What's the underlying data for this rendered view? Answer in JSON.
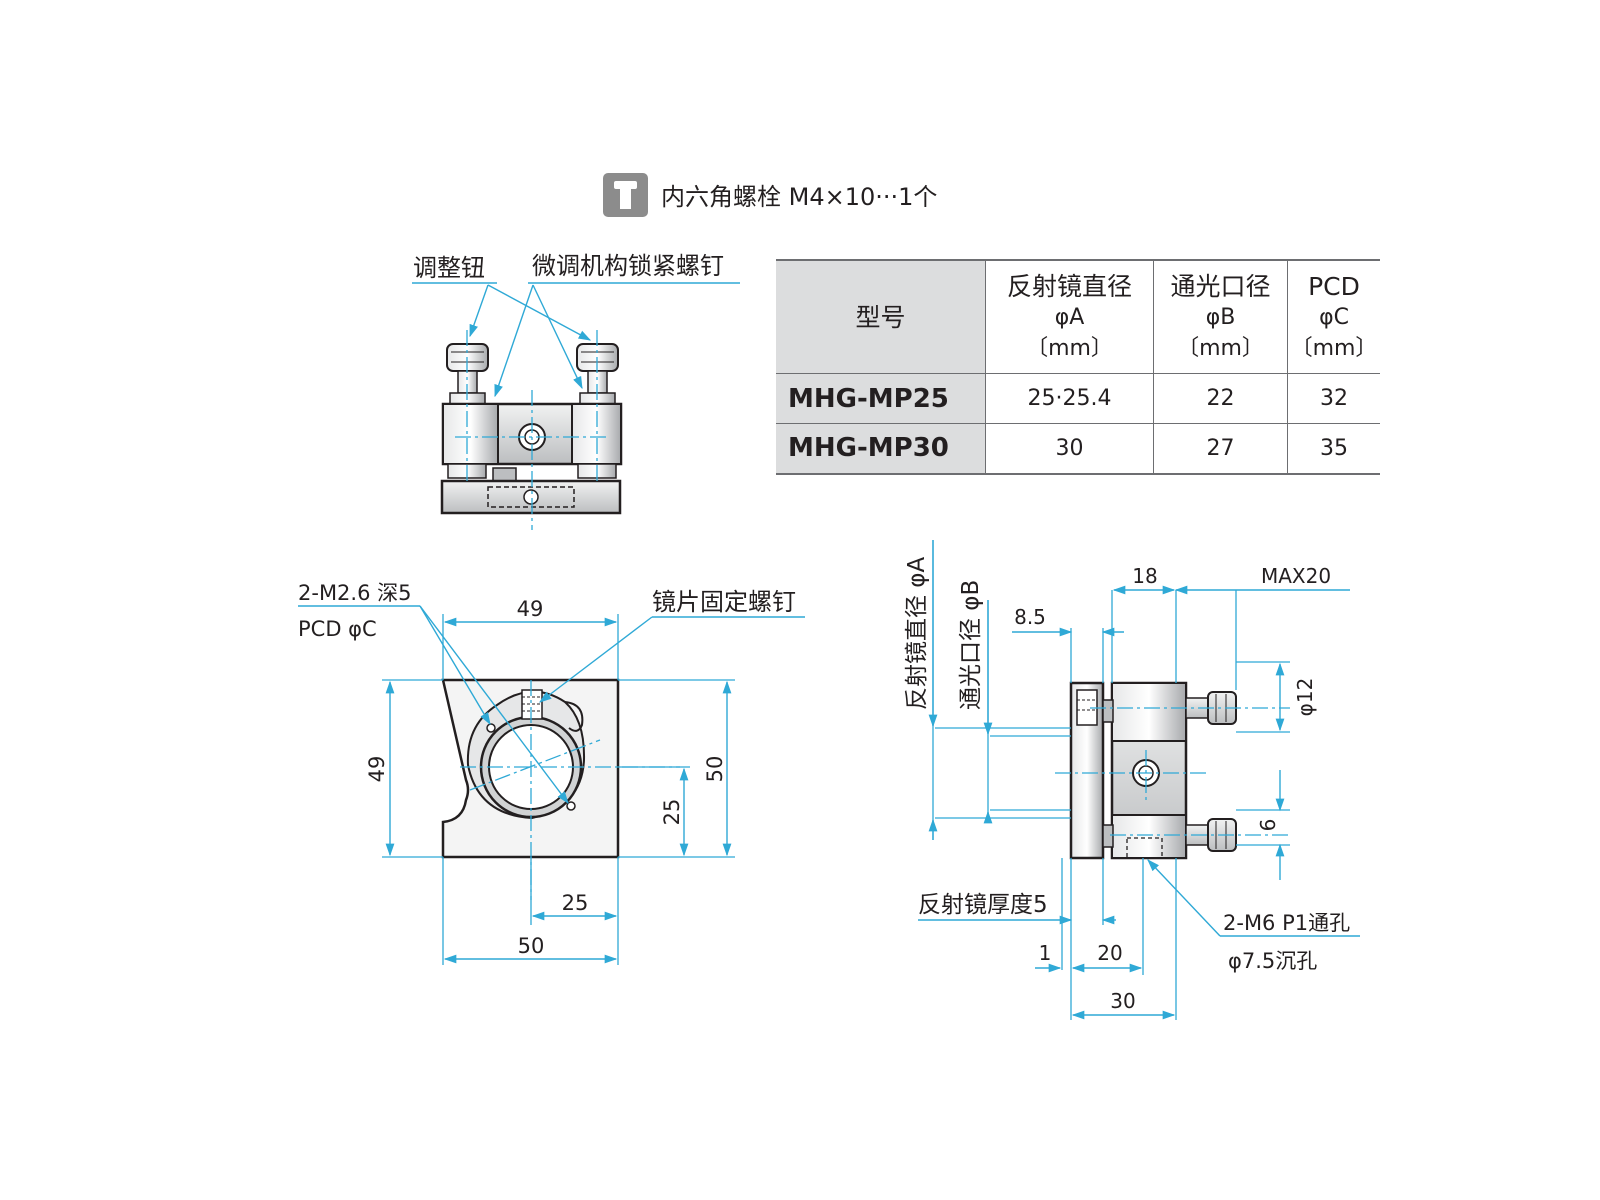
{
  "header": {
    "bolt_icon": "hex-bolt-icon",
    "accessory_text": "内六角螺栓 M4×10···1个"
  },
  "table": {
    "headers": [
      {
        "line1": "型号",
        "line2": "",
        "line3": ""
      },
      {
        "line1": "反射镜直径",
        "line2": "φA",
        "line3": "〔mm〕"
      },
      {
        "line1": "通光口径",
        "line2": "φB",
        "line3": "〔mm〕"
      },
      {
        "line1": "PCD",
        "line2": "φC",
        "line3": "〔mm〕"
      }
    ],
    "rows": [
      {
        "model": "MHG-MP25",
        "a": "25·25.4",
        "b": "22",
        "c": "32"
      },
      {
        "model": "MHG-MP30",
        "a": "30",
        "b": "27",
        "c": "35"
      }
    ]
  },
  "top_view": {
    "label_knob": "调整钮",
    "label_lock_screw": "微调机构锁紧螺钉"
  },
  "front_view": {
    "label_tap": "2-M2.6 深5",
    "label_pcd": "PCD φC",
    "label_mirror_screw": "镜片固定螺钉",
    "dim_top_width": "49",
    "dim_left_height": "49",
    "dim_right_height": "50",
    "dim_half_height": "25",
    "dim_half_width": "25",
    "dim_bottom_width": "50"
  },
  "side_view": {
    "label_mirror_dia": "反射镜直径 φA",
    "label_aperture": "通光口径 φB",
    "dim_8_5": "8.5",
    "dim_18": "18",
    "dim_max20": "MAX20",
    "dim_phi12": "φ12",
    "dim_6": "6",
    "label_mirror_thickness": "反射镜厚度5",
    "label_thread": "2-M6 P1通孔",
    "label_counterbore": "φ7.5沉孔",
    "dim_1": "1",
    "dim_20": "20",
    "dim_30": "30"
  },
  "colors": {
    "dimension_line": "#2fa9d6",
    "outline": "#231f20",
    "table_shade": "#dcddde",
    "icon_grey": "#8c8c8c"
  }
}
